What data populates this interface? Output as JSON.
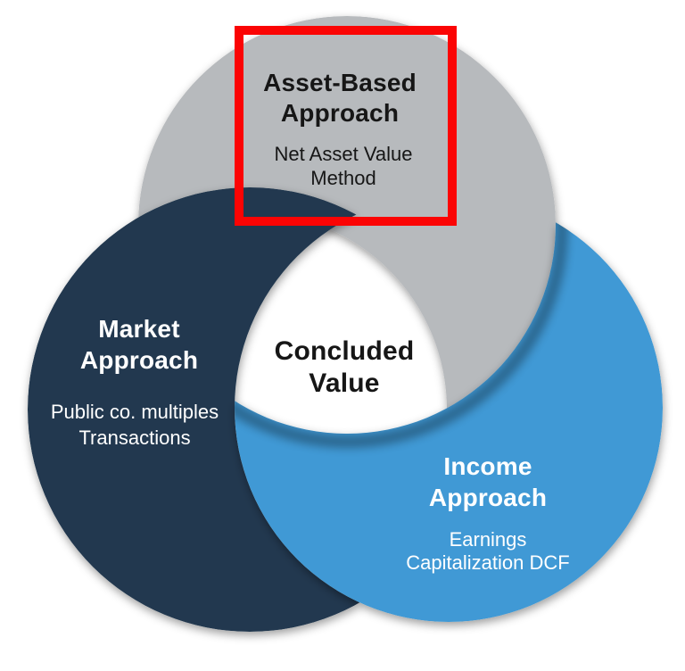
{
  "diagram": {
    "background_color": "#ffffff",
    "highlight_box_color": "#fb0404",
    "asset_circle": {
      "fill": "#b7babd",
      "text_color": "#161616",
      "title_line1": "Asset-Based",
      "title_line2": "Approach",
      "sub_line1": "Net Asset Value",
      "sub_line2": "Method"
    },
    "market_circle": {
      "fill": "#20394f",
      "text_color": "#ffffff",
      "title_line1": "Market",
      "title_line2": "Approach",
      "sub_line1": "Public co. multiples",
      "sub_line2": "Transactions"
    },
    "income_circle": {
      "fill": "#3f99d5",
      "text_color": "#ffffff",
      "title_line1": "Income",
      "title_line2": "Approach",
      "sub_line1": "Earnings",
      "sub_line2": "Capitalization DCF"
    },
    "center": {
      "line1": "Concluded",
      "line2": "Value"
    }
  }
}
